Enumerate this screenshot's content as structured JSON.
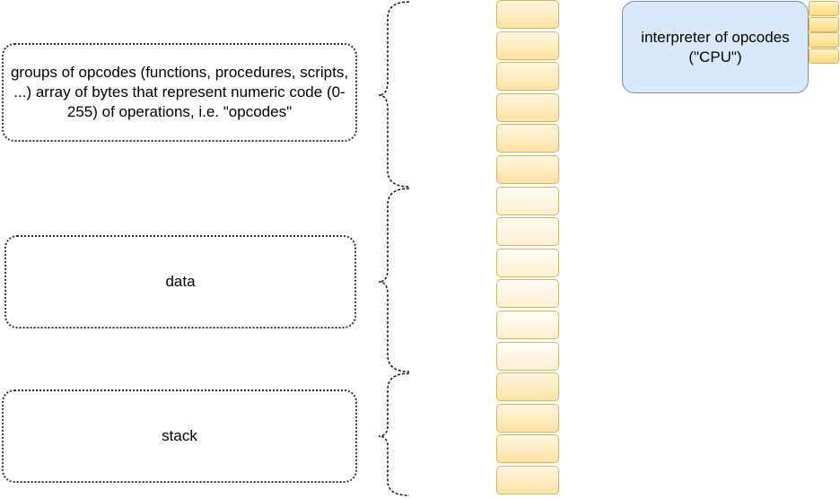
{
  "regions": {
    "code": {
      "label": "groups of opcodes (functions, procedures, scripts, ...) array of bytes that represent numeric code (0-255) of operations, i.e. \"opcodes\""
    },
    "data": {
      "label": "data"
    },
    "stack": {
      "label": "stack"
    }
  },
  "memory": {
    "cells": [
      "code",
      "code",
      "code",
      "code",
      "code",
      "code",
      "data",
      "data",
      "data",
      "data",
      "data",
      "data",
      "stack",
      "stack",
      "stack",
      "stack"
    ]
  },
  "cpu": {
    "line1": "interpreter of opcodes",
    "line2": "(\"CPU\")",
    "register_count": 4
  },
  "colors": {
    "memory_fill": "#ffe2a3",
    "memory_border": "#d6b656",
    "cpu_fill": "#dae8fc",
    "cpu_border": "#6c8ebf"
  }
}
